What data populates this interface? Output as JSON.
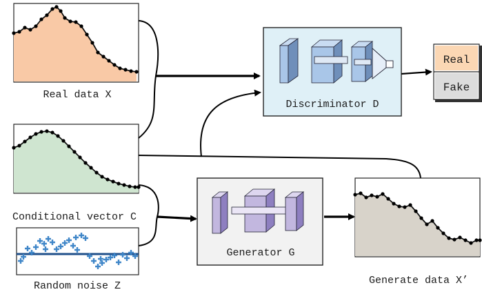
{
  "labels": {
    "real_data": "Real data X",
    "conditional_vector": "Conditional vector C",
    "random_noise": "Random noise Z",
    "discriminator": "Discriminator D",
    "generator": "Generator G",
    "generated_data": "Generate data X’",
    "real": "Real",
    "fake": "Fake"
  },
  "colors": {
    "real_fill": "#f9c9a6",
    "conditional_fill": "#cfe5d0",
    "generated_fill": "#d8d3ca",
    "noise_marks": "#3f86c8",
    "discriminator_box": "#dff0f7",
    "generator_box": "#f2f2f2",
    "discriminator_layers": "#a9c6e8",
    "generator_layers": "#c2b7df",
    "real_output": "#fbd7b4",
    "fake_output": "#dcdcdc"
  },
  "icons": [
    "cnn-layer-block-icon",
    "output-funnel-icon",
    "noise-scatter-icon"
  ]
}
